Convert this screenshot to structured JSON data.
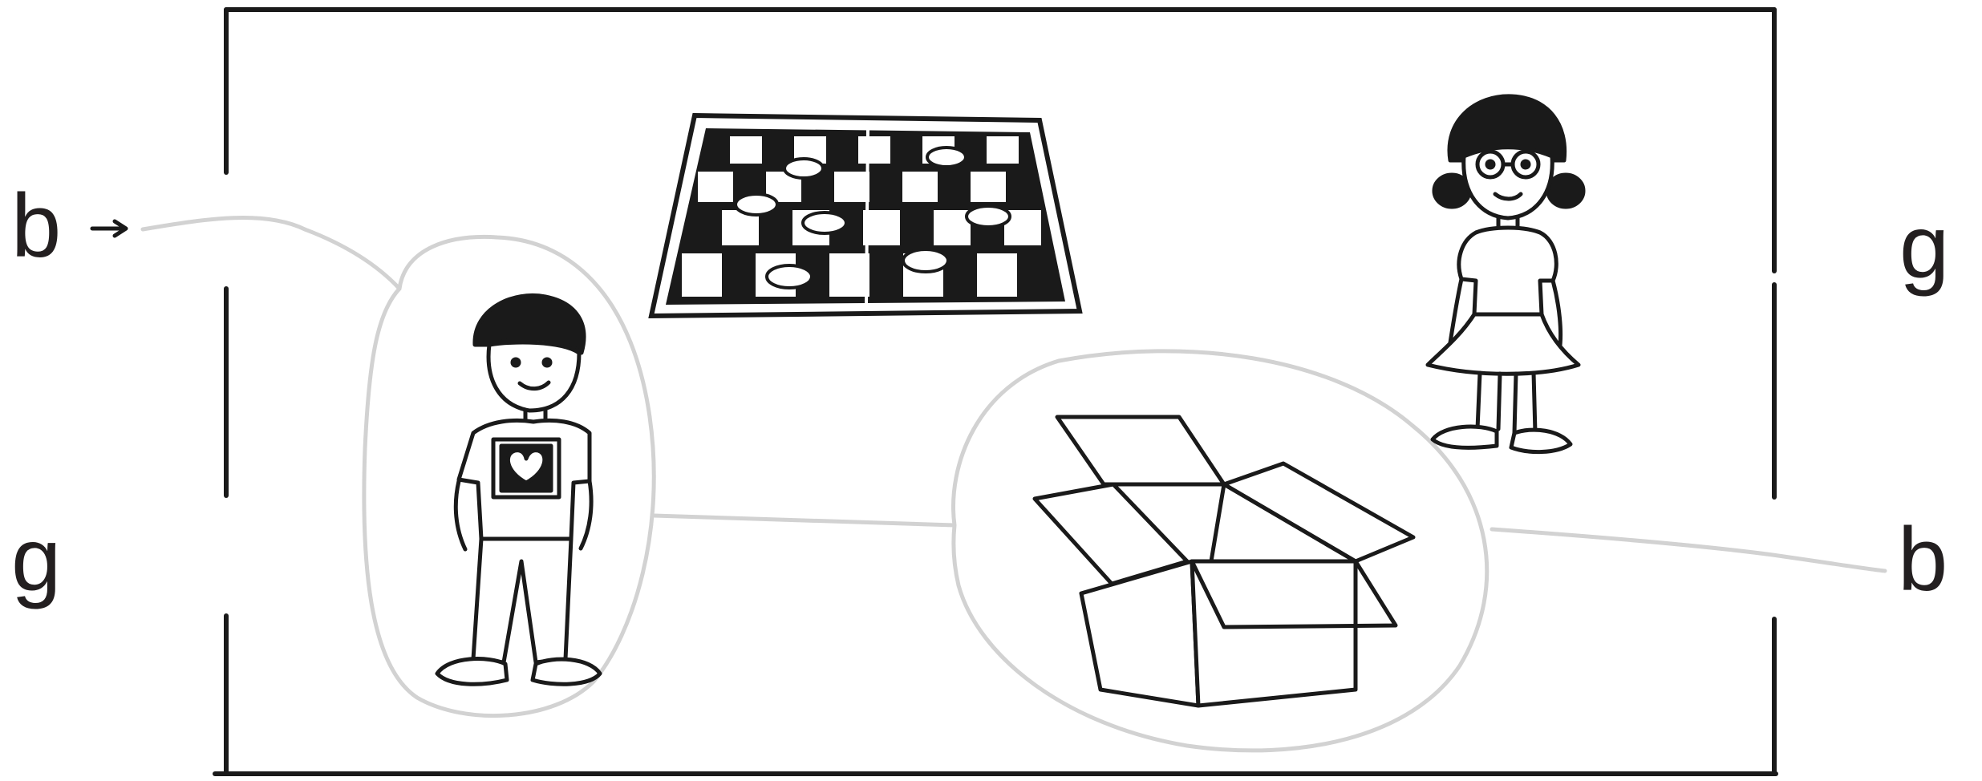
{
  "door_labels": {
    "top_left": "b",
    "bottom_left": "g",
    "top_right": "g",
    "bottom_right": "b"
  },
  "entry_arrow": "entry-arrow-icon",
  "icons": [
    "checkerboard-icon",
    "boy-icon",
    "girl-icon",
    "open-box-icon"
  ],
  "colors": {
    "ink": "#1a1a1a",
    "path_line": "#d2d2d2",
    "label": "#231f20"
  }
}
